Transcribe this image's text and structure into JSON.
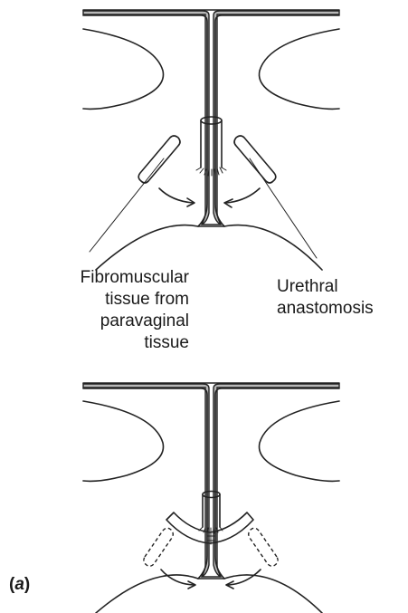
{
  "labels": {
    "left_lines": [
      "Fibromuscular",
      "tissue from",
      "paravaginal",
      "tissue"
    ],
    "right_lines": [
      "Urethral",
      "anastomosis"
    ]
  },
  "panel_label": {
    "open": "(",
    "letter": "a",
    "close": ")"
  }
}
